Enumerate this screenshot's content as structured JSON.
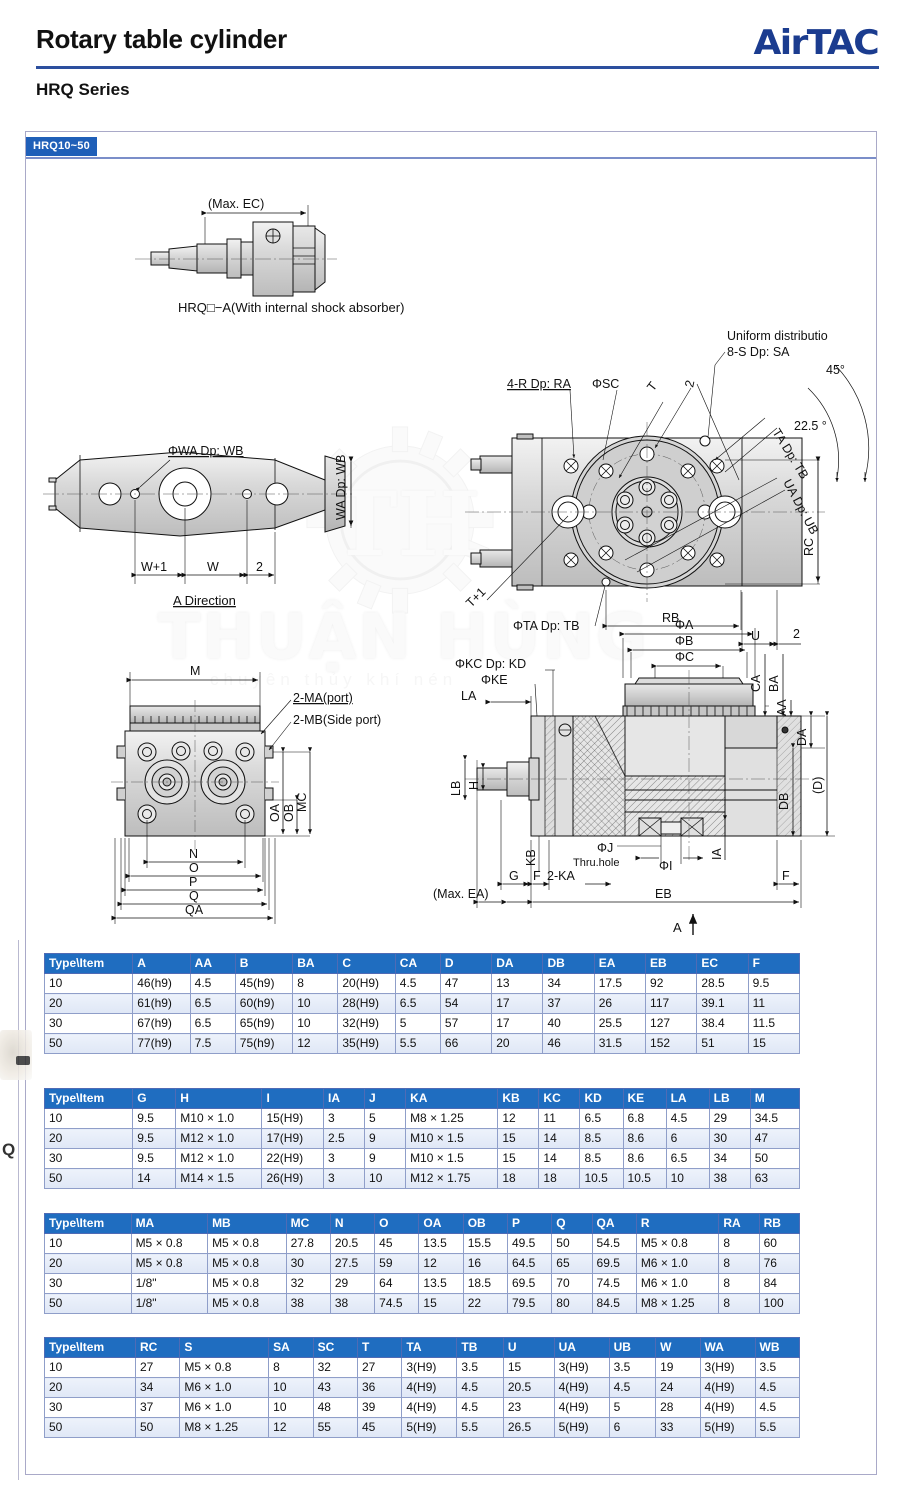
{
  "header": {
    "title": "Rotary table cylinder",
    "series": "HRQ Series",
    "brand": "AirTAC"
  },
  "section": {
    "badge": "HRQ10~50"
  },
  "watermark": {
    "monogram": "TH",
    "name": "THUẬN HÙNG",
    "tagline": "chuyên thủy khí nén",
    "margin_letter": "Q"
  },
  "diagrams": {
    "shock_absorber_view": {
      "dim_ec": "(Max. EC)",
      "caption": "HRQ□−A(With internal shock absorber)"
    },
    "a_direction_view": {
      "title": "A Direction",
      "label_wa_wb": "ΦWA Dp: WB",
      "label_wa_wb_vertical": "WA Dp: WB",
      "dim_w_plus_1": "W+1",
      "dim_w": "W",
      "dim_2": "2"
    },
    "top_view": {
      "label_uniform": "Uniform distributio",
      "label_8s": "8-S Dp: SA",
      "label_4r": "4-R Dp: RA",
      "label_sc": "ΦSC",
      "label_t": "T",
      "label_t_plus_1": "T+1",
      "label_2_top": "2",
      "label_2_bottom": "2",
      "label_ta_tb_rot": "TA Dp: TB",
      "label_ua_ub_rot": "UA Dp: UB",
      "label_rc": "RC",
      "label_rb": "RB",
      "label_u": "U",
      "label_ta_tb": "ΦTA Dp: TB",
      "angle_45": "45°",
      "angle_225": "22.5 °"
    },
    "front_view": {
      "dim_m": "M",
      "label_ma": "2-MA(port)",
      "label_mb": "2-MB(Side port)",
      "dim_oa": "OA",
      "dim_ob": "OB",
      "dim_mc": "MC",
      "dim_n": "N",
      "dim_o": "O",
      "dim_p": "P",
      "dim_q": "Q",
      "dim_qa": "QA"
    },
    "section_view": {
      "dim_phi_a": "ΦA",
      "dim_phi_b": "ΦB",
      "dim_phi_c": "ΦC",
      "dim_ca": "CA",
      "dim_ba": "BA",
      "dim_aa": "AA",
      "dim_da": "DA",
      "dim_d": "(D)",
      "dim_db": "DB",
      "label_kc_kd": "ΦKC Dp: KD",
      "label_ke": "ΦKE",
      "dim_la": "LA",
      "dim_lb": "LB",
      "dim_h": "H",
      "dim_kb": "KB",
      "dim_g": "G",
      "dim_f_left": "F",
      "dim_f_right": "F",
      "label_2ka": "2-KA",
      "label_phi_j": "ΦJ",
      "label_thru": "Thru.hole",
      "label_phi_i": "ΦI",
      "dim_ia": "IA",
      "dim_eb": "EB",
      "dim_max_ea": "(Max. EA)",
      "arrow_a": "A"
    }
  },
  "tables": [
    {
      "name": "table-dims-a-f",
      "headers": [
        "Type\\Item",
        "A",
        "AA",
        "B",
        "BA",
        "C",
        "CA",
        "D",
        "DA",
        "DB",
        "EA",
        "EB",
        "EC",
        "F"
      ],
      "rows": [
        [
          "10",
          "46(h9)",
          "4.5",
          "45(h9)",
          "8",
          "20(H9)",
          "4.5",
          "47",
          "13",
          "34",
          "17.5",
          "92",
          "28.5",
          "9.5"
        ],
        [
          "20",
          "61(h9)",
          "6.5",
          "60(h9)",
          "10",
          "28(H9)",
          "6.5",
          "54",
          "17",
          "37",
          "26",
          "117",
          "39.1",
          "11"
        ],
        [
          "30",
          "67(h9)",
          "6.5",
          "65(h9)",
          "10",
          "32(H9)",
          "5",
          "57",
          "17",
          "40",
          "25.5",
          "127",
          "38.4",
          "11.5"
        ],
        [
          "50",
          "77(h9)",
          "7.5",
          "75(h9)",
          "12",
          "35(H9)",
          "5.5",
          "66",
          "20",
          "46",
          "31.5",
          "152",
          "51",
          "15"
        ]
      ]
    },
    {
      "name": "table-dims-g-m",
      "headers": [
        "Type\\Item",
        "G",
        "H",
        "I",
        "IA",
        "J",
        "KA",
        "KB",
        "KC",
        "KD",
        "KE",
        "LA",
        "LB",
        "M"
      ],
      "rows": [
        [
          "10",
          "9.5",
          "M10 × 1.0",
          "15(H9)",
          "3",
          "5",
          "M8 × 1.25",
          "12",
          "11",
          "6.5",
          "6.8",
          "4.5",
          "29",
          "34.5"
        ],
        [
          "20",
          "9.5",
          "M12 × 1.0",
          "17(H9)",
          "2.5",
          "9",
          "M10 × 1.5",
          "15",
          "14",
          "8.5",
          "8.6",
          "6",
          "30",
          "47"
        ],
        [
          "30",
          "9.5",
          "M12 × 1.0",
          "22(H9)",
          "3",
          "9",
          "M10 × 1.5",
          "15",
          "14",
          "8.5",
          "8.6",
          "6.5",
          "34",
          "50"
        ],
        [
          "50",
          "14",
          "M14 × 1.5",
          "26(H9)",
          "3",
          "10",
          "M12 × 1.75",
          "18",
          "18",
          "10.5",
          "10.5",
          "10",
          "38",
          "63"
        ]
      ]
    },
    {
      "name": "table-dims-ma-rb",
      "headers": [
        "Type\\Item",
        "MA",
        "MB",
        "MC",
        "N",
        "O",
        "OA",
        "OB",
        "P",
        "Q",
        "QA",
        "R",
        "RA",
        "RB"
      ],
      "rows": [
        [
          "10",
          "M5 × 0.8",
          "M5 × 0.8",
          "27.8",
          "20.5",
          "45",
          "13.5",
          "15.5",
          "49.5",
          "50",
          "54.5",
          "M5 × 0.8",
          "8",
          "60"
        ],
        [
          "20",
          "M5 × 0.8",
          "M5 × 0.8",
          "30",
          "27.5",
          "59",
          "12",
          "16",
          "64.5",
          "65",
          "69.5",
          "M6 × 1.0",
          "8",
          "76"
        ],
        [
          "30",
          "1/8\"",
          "M5 × 0.8",
          "32",
          "29",
          "64",
          "13.5",
          "18.5",
          "69.5",
          "70",
          "74.5",
          "M6 × 1.0",
          "8",
          "84"
        ],
        [
          "50",
          "1/8\"",
          "M5 × 0.8",
          "38",
          "38",
          "74.5",
          "15",
          "22",
          "79.5",
          "80",
          "84.5",
          "M8 × 1.25",
          "8",
          "100"
        ]
      ]
    },
    {
      "name": "table-dims-rc-wb",
      "headers": [
        "Type\\Item",
        "RC",
        "S",
        "SA",
        "SC",
        "T",
        "TA",
        "TB",
        "U",
        "UA",
        "UB",
        "W",
        "WA",
        "WB"
      ],
      "rows": [
        [
          "10",
          "27",
          "M5 × 0.8",
          "8",
          "32",
          "27",
          "3(H9)",
          "3.5",
          "15",
          "3(H9)",
          "3.5",
          "19",
          "3(H9)",
          "3.5"
        ],
        [
          "20",
          "34",
          "M6 × 1.0",
          "10",
          "43",
          "36",
          "4(H9)",
          "4.5",
          "20.5",
          "4(H9)",
          "4.5",
          "24",
          "4(H9)",
          "4.5"
        ],
        [
          "30",
          "37",
          "M6 × 1.0",
          "10",
          "48",
          "39",
          "4(H9)",
          "4.5",
          "23",
          "4(H9)",
          "5",
          "28",
          "4(H9)",
          "4.5"
        ],
        [
          "50",
          "50",
          "M8 × 1.25",
          "12",
          "55",
          "45",
          "5(H9)",
          "5.5",
          "26.5",
          "5(H9)",
          "6",
          "33",
          "5(H9)",
          "5.5"
        ]
      ]
    }
  ],
  "colors": {
    "brand_blue": "#1b3c8f",
    "header_rule": "#2c4f9e",
    "badge_blue": "#1f5fb8",
    "table_header": "#1f6dc0",
    "table_border": "#8f9ec9",
    "frame": "#a9a9c8"
  }
}
